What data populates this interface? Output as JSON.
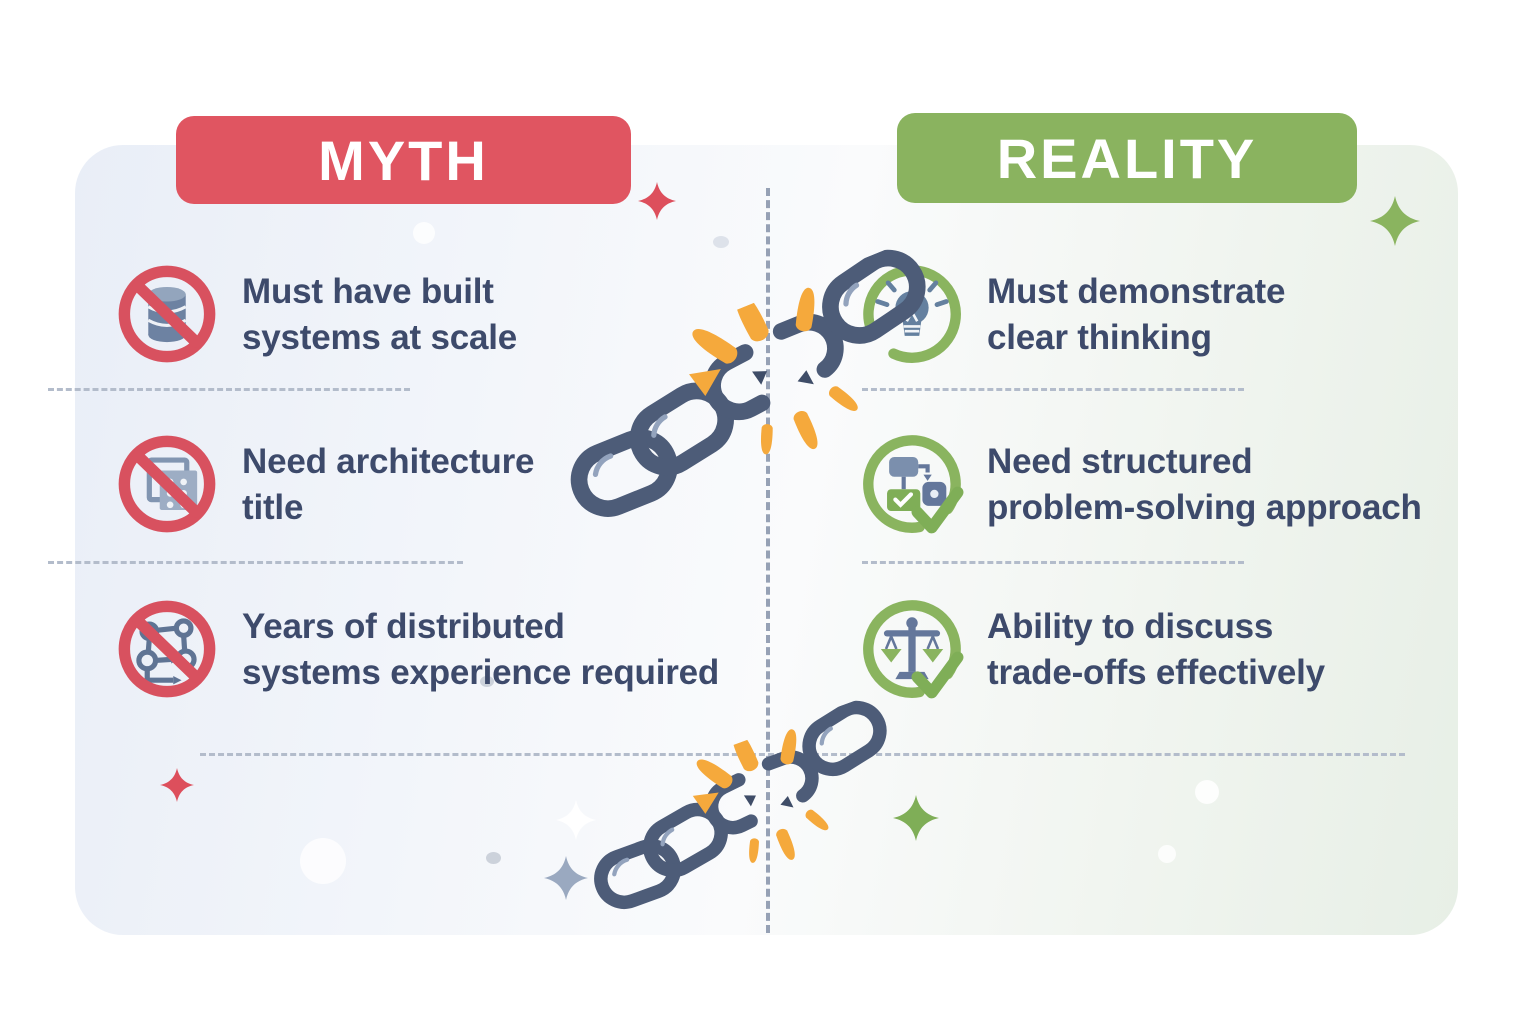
{
  "columns": {
    "myth": {
      "header": "MYTH",
      "header_color": "#e05561",
      "items": [
        {
          "icon": "no-database-icon",
          "text": "Must have built systems at scale",
          "lines": [
            "Must have built",
            "systems at scale"
          ]
        },
        {
          "icon": "no-architecture-title-icon",
          "text": "Need architecture title",
          "lines": [
            "Need architecture",
            "title"
          ]
        },
        {
          "icon": "no-distributed-systems-icon",
          "text": "Years of distributed systems experience required",
          "lines": [
            "Years of distributed",
            "systems experience required"
          ]
        }
      ]
    },
    "reality": {
      "header": "REALITY",
      "header_color": "#8ab35f",
      "items": [
        {
          "icon": "clear-thinking-lightbulb-icon",
          "text": "Must demonstrate clear thinking",
          "lines": [
            "Must demonstrate",
            "clear thinking"
          ]
        },
        {
          "icon": "structured-problem-solving-check-icon",
          "text": "Need structured problem-solving approach",
          "lines": [
            "Need structured",
            "problem-solving approach"
          ]
        },
        {
          "icon": "trade-offs-balance-scale-icon",
          "text": "Ability to discuss trade-offs effectively",
          "lines": [
            "Ability to discuss",
            "trade-offs effectively"
          ]
        }
      ]
    }
  },
  "decorations": {
    "center_illustration": "broken-chain",
    "bottom_illustration": "broken-chain",
    "colors": {
      "myth_red": "#e05561",
      "reality_green": "#8ab35f",
      "text_navy": "#3d4a6b",
      "chain_slate": "#4d5c78",
      "burst_orange": "#f5a93c",
      "divider_gray": "#a9b3c4"
    }
  }
}
